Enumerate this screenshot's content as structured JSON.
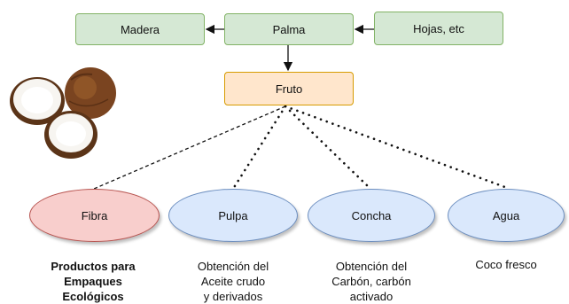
{
  "nodes": {
    "madera": "Madera",
    "palma": "Palma",
    "hojas": "Hojas, etc",
    "fruto": "Fruto"
  },
  "products": [
    {
      "name": "Fibra",
      "description": "Productos para\nEmpaques\nEcológicos"
    },
    {
      "name": "Pulpa",
      "description": "Obtención del\nAceite crudo\ny derivados"
    },
    {
      "name": "Concha",
      "description": "Obtención del\nCarbón, carbón\nactivado"
    },
    {
      "name": "Agua",
      "description": "Coco fresco"
    }
  ],
  "colors": {
    "green_fill": "#d5e8d4",
    "green_border": "#82b366",
    "orange_fill": "#ffe6cc",
    "orange_border": "#d79b00",
    "red_fill": "#f8cecc",
    "red_border": "#b85450",
    "blue_fill": "#dae8fc",
    "blue_border": "#6c8ebf"
  },
  "image": {
    "icon": "coconut-illustration"
  }
}
